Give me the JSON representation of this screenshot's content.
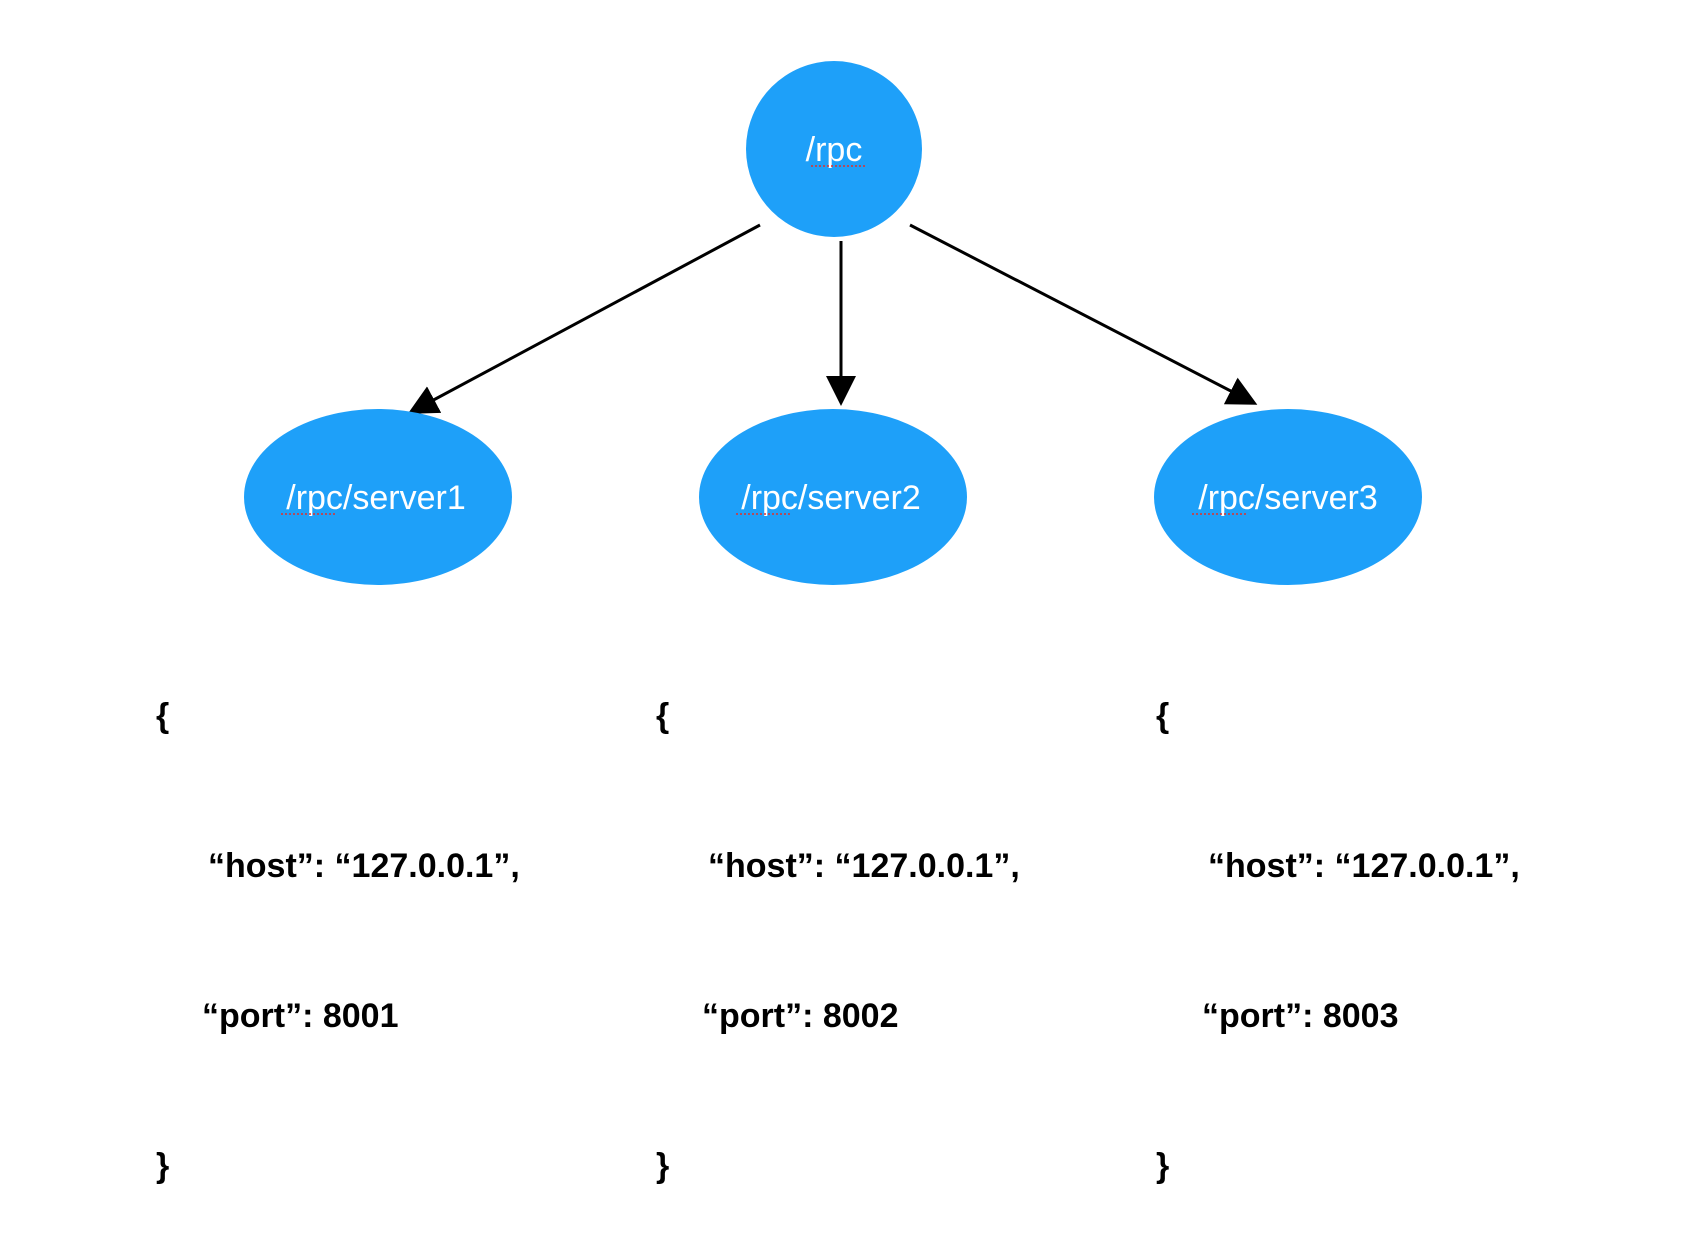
{
  "colors": {
    "node_fill": "#1ea0f9",
    "node_text": "#ffffff",
    "edge": "#000000",
    "text": "#000000",
    "spellcheck_underline": "#e0302a"
  },
  "root": {
    "label": "/rpc"
  },
  "children": [
    {
      "label": "/rpc/server1",
      "json": {
        "open": "{",
        "host_line": "“host”: “127.0.0.1”,",
        "port_line": "“port”: 8001",
        "close": "}"
      }
    },
    {
      "label": "/rpc/server2",
      "json": {
        "open": "{",
        "host_line": "“host”: “127.0.0.1”,",
        "port_line": "“port”: 8002",
        "close": "}"
      }
    },
    {
      "label": "/rpc/server3",
      "json": {
        "open": "{",
        "host_line": "“host”: “127.0.0.1”,",
        "port_line": "“port”: 8003",
        "close": "}"
      }
    }
  ]
}
